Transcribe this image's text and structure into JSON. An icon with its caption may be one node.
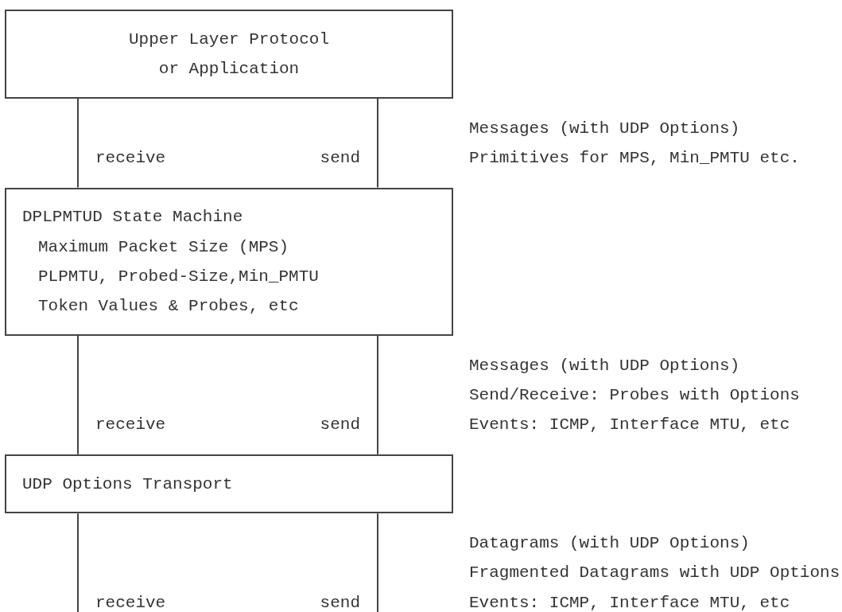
{
  "diagram": {
    "nodes": [
      {
        "text": [
          "Upper Layer Protocol or Application"
        ]
      },
      {
        "text": [
          "DPLPMTUD State Machine",
          "Maximum Packet Size (MPS)",
          "PLPMTU, Probed-Size,Min_PMTU",
          "Token Values & Probes, etc"
        ]
      },
      {
        "text": [
          "UDP Options Transport"
        ]
      }
    ],
    "edges": [
      {
        "from": 0,
        "to": 1,
        "arrow": "none",
        "label": "receive"
      },
      {
        "from": 0,
        "to": 1,
        "arrow": "none",
        "label": "send"
      },
      {
        "from": 1,
        "to": 2,
        "arrow": "none",
        "label": "receive"
      },
      {
        "from": 1,
        "to": 2,
        "arrow": "none",
        "label": "send"
      },
      {
        "from": 2,
        "to": null,
        "arrow": "none",
        "label": "receive"
      },
      {
        "from": 2,
        "to": null,
        "arrow": "none",
        "label": "send"
      }
    ],
    "labels": [
      "Messages (with UDP Options)",
      "Primitives for MPS, Min_PMTU etc.",
      "Messages (with UDP Options)",
      "Send/Receive: Probes with Options",
      "Events: ICMP, Interface MTU, etc",
      "Datagrams (with UDP Options)",
      "Fragmented Datagrams with UDP Options",
      "Events: ICMP, Interface MTU, etc"
    ]
  }
}
